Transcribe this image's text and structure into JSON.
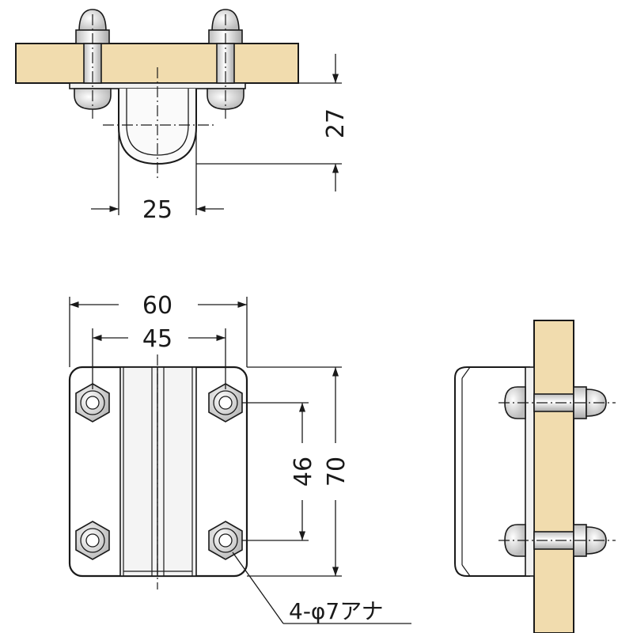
{
  "figure": {
    "top_view": {
      "dim_width": "25",
      "dim_height": "27"
    },
    "front_view": {
      "dim_outer_width": "60",
      "dim_hole_pitch_width": "45",
      "dim_hole_pitch_height": "46",
      "dim_outer_height": "70"
    },
    "hole_note": "4-φ7アナ"
  },
  "colors": {
    "wood": "#f1dcae",
    "metal_light": "#f2f2f2",
    "metal_mid": "#cfcfcf",
    "line": "#1a1a1a"
  }
}
